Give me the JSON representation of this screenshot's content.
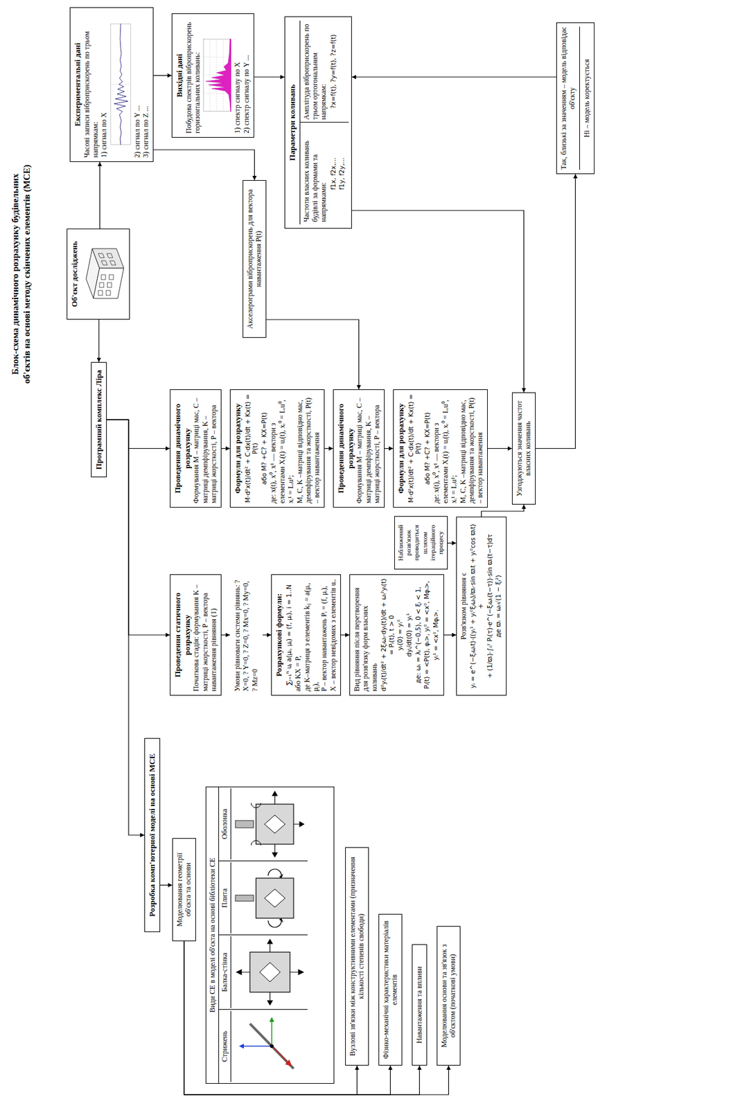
{
  "diagram": {
    "title": "Блок-схема динамічного розрахунку будівельних об'єктів на основі методу скінчених елементів (МСЕ)",
    "nodes": [
      {
        "text": [
          "Об'єкт досліджень"
        ]
      },
      {
        "text": [
          "Програмний комплекс Ліра"
        ]
      },
      {
        "text": [
          "Експериментальні дані",
          "Часові записи віброприскорень по трьом напрямкам:",
          "1) сигнал по X",
          "2) сигнал по Y ...",
          "3) сигнал по Z ..."
        ]
      },
      {
        "text": [
          "Вихідні дані",
          "Побудова спектрів віброприскорень горизонтальних коливань:",
          "1) спектр сигналу по X",
          "2) спектр сигналу по Y ..."
        ]
      },
      {
        "text": [
          "Акселерограми віброприскорень для вектора навантаження P(t)"
        ]
      },
      {
        "text": [
          "Параметри коливань",
          "Частоти власних коливань будівлі за формами та напрямками:",
          "f1x, f2x,…",
          "f1y, f2y,…",
          "Амплітуда віброприскорень по трьом ортогональним напрямкам:",
          "?x=f(t), ?y=f(t), ?z=f(t)"
        ]
      },
      {
        "text": [
          "Так, близькі за значенням – модель відповідає об'єкту",
          "Ні – модель коректується"
        ]
      },
      {
        "text": [
          "Розробка комп'ютерної моделі на основі МСЕ"
        ]
      },
      {
        "text": [
          "Моделювання геометрії об'єкта та основи"
        ]
      },
      {
        "text": [
          "Види СЕ в моделі об'єкта на основі бібліотеки СЕ"
        ]
      },
      {
        "text": [
          "Вузлові зв'язки між конструктивними елементами (призначення кількості степенів свободи)"
        ]
      },
      {
        "text": [
          "Фізико-механічні характеристики матеріалів елементів"
        ]
      },
      {
        "text": [
          "Навантаження та впливи"
        ]
      },
      {
        "text": [
          "Моделювання основи та зв'язок з об'єктом (початкові умови)"
        ]
      },
      {
        "text": [
          "Проведення статичного розрахунку",
          "Початкова стадія: формування K – матриці жорсткості, P – вектора навантаження рівняння (1)"
        ]
      },
      {
        "text": [
          "Умови рівноваги системи рівнянь: ? X=0, ? Y=0, ? Z=0, ? Mx=0, ? My=0, ? Mz=0"
        ]
      },
      {
        "text": [
          "Розрахункові формули:",
          "∑ⱼ₌₁ᴺ uⱼ a(μᵢ, μⱼ) = (f, μᵢ), i = 1..N",
          "або KX = P,",
          "де K–матриця з елементів kᵢⱼ = a(μᵢ, μⱼ),",
          "P – вектор навантажень Pᵢ = (f, μᵢ),",
          "X – вектор невідомих з елементів uᵢ."
        ]
      },
      {
        "text": [
          "Вид рівняння після перетворення для розв'язку форм власних коливань",
          "d²yᵢ(t)/dt² + 2ξᵢωᵢ·dyᵢ(t)/dt + ωᵢ²yᵢ(t) = Pᵢ(t), t > 0",
          "yᵢ(0) = yᵢ⁰",
          "dyᵢ/dt(0) = yᵢ¹",
          "де: ωᵢ = λᵢ^(−0,5), 0 < ξᵢ < 1,",
          "Pᵢ(t) = <P(t), φᵢ>, yᵢ⁰ = <x⁰, Mφᵢ>,",
          "yᵢ¹ = <x¹, Mφᵢ>."
        ]
      },
      {
        "text": [
          "Наближений розв'язок проводиться шляхом ітераційного процесу"
        ]
      },
      {
        "text": [
          "Розв'язком рівняння є",
          "yᵢ = e^(−ξᵢωᵢt)·((yᵢ¹ + yᵢ⁰ξᵢωᵢ)/ϖᵢ·sin ϖᵢt + yᵢ⁰cos ϖᵢt) +",
          "+ (1/ϖᵢ)·∫₀ᵗ Pᵢ(τ)·e^(−ξᵢωᵢ(t−τ))·sin ϖᵢ(t−τ)dτ",
          "де ϖᵢ = ωᵢ√(1 − ξᵢ²)"
        ]
      },
      {
        "text": [
          "Проведення динамічного розрахунку",
          "Формування M – матриці мас, C – матриці демпфірування, K – матриці жорсткості, P – вектора"
        ]
      },
      {
        "text": [
          "Формули для розрахунку",
          "M·d²x(t)/dt² + C·dx(t)/dt + Kx(t) = P(t)",
          "або M? +C? + KX=P(t)",
          "де: x(t), x⁰, x¹ — вектори з елементами Xᵢ(t) = uᵢ(t), xᵢ⁰ = Lᵢu⁰, xᵢ¹ = Lᵢu¹;",
          "M, C, K –матриці відповідно мас, демпфірування та жорсткості, P(t) – вектор навантаження"
        ]
      },
      {
        "text": [
          "Проведення динамічного розрахунку",
          "Формування M – матриці мас, C – матриці демпфірування, K – матриці жорсткості, P – вектора"
        ]
      },
      {
        "text": [
          "Формули для розрахунку",
          "M·d²x(t)/dt² + C·dx(t)/dt + Kx(t) = P(t)",
          "або M? +C? + KX=P(t)",
          "де: x(t), x⁰, x¹ — вектори з елементами Xᵢ(t) = uᵢ(t), xᵢ⁰ = Lᵢu⁰, xᵢ¹ = Lᵢu¹;",
          "M, C, K –матриці відповідно мас, демпфірування та жорсткості, P(t) – вектор навантаження"
        ]
      },
      {
        "text": [
          "Узгоджуються значення частот власних коливань"
        ]
      }
    ],
    "edges": [
      {
        "from": 0,
        "to": 1,
        "arrow": "to"
      },
      {
        "from": 0,
        "to": 2,
        "arrow": "to"
      },
      {
        "from": 1,
        "to": 7,
        "arrow": "to"
      },
      {
        "from": 1,
        "to": 14,
        "arrow": "to"
      },
      {
        "from": 1,
        "to": 20,
        "arrow": "to"
      },
      {
        "from": 2,
        "to": 3,
        "arrow": "to"
      },
      {
        "from": 2,
        "to": 4,
        "arrow": "to"
      },
      {
        "from": 3,
        "to": 5,
        "arrow": "to"
      },
      {
        "from": 7,
        "to": 8,
        "arrow": "to"
      },
      {
        "from": 8,
        "to": 10,
        "arrow": "to"
      },
      {
        "from": 8,
        "to": 11,
        "arrow": "to"
      },
      {
        "from": 8,
        "to": 12,
        "arrow": "to"
      },
      {
        "from": 8,
        "to": 13,
        "arrow": "to"
      },
      {
        "from": 14,
        "to": 15,
        "arrow": "to"
      },
      {
        "from": 15,
        "to": 16,
        "arrow": "to"
      },
      {
        "from": 16,
        "to": 17,
        "arrow": "to"
      },
      {
        "from": 17,
        "to": 19,
        "arrow": "to"
      },
      {
        "from": 18,
        "to": 19,
        "arrow": "to"
      },
      {
        "from": 20,
        "to": 21,
        "arrow": "to"
      },
      {
        "from": 21,
        "to": 22,
        "arrow": "to"
      },
      {
        "from": 4,
        "to": 22,
        "arrow": "to"
      },
      {
        "from": 22,
        "to": 23,
        "arrow": "to"
      },
      {
        "from": 23,
        "to": 24,
        "arrow": "to"
      },
      {
        "from": 19,
        "to": 24,
        "arrow": "to"
      },
      {
        "from": 5,
        "to": 24,
        "arrow": "to"
      },
      {
        "from": 24,
        "to": 6,
        "arrow": "to"
      },
      {
        "from": 6,
        "to": 5,
        "arrow": "to"
      }
    ],
    "labels": [
      "Стрижень",
      "Балка-стінка",
      "Плита",
      "Оболонка"
    ]
  }
}
